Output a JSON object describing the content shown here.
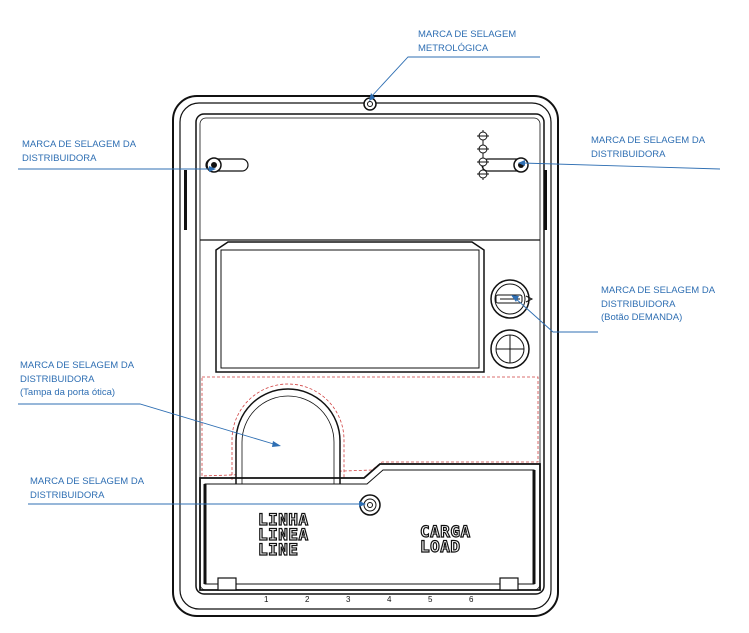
{
  "labels": {
    "metrologica": {
      "line1": "MARCA DE SELAGEM",
      "line2": "METROLÓGICA"
    },
    "left_top": {
      "line1": "MARCA  DE  SELAGEM  DA",
      "line2": "DISTRIBUIDORA"
    },
    "right_top": {
      "line1": "MARCA  DE  SELAGEM  DA",
      "line2": "DISTRIBUIDORA"
    },
    "demanda": {
      "line1": "MARCA  DE  SELAGEM  DA",
      "line2": "DISTRIBUIDORA",
      "line3": "(Botão DEMANDA)"
    },
    "porta_otica": {
      "line1": "MARCA  DE  SELAGEM  DA",
      "line2": "DISTRIBUIDORA",
      "line3": "(Tampa da porta ótica)"
    },
    "left_bottom": {
      "line1": "MARCA  DE  SELAGEM  DA",
      "line2": "DISTRIBUIDORA"
    }
  },
  "terminal_text": {
    "line": [
      "LINHA",
      "LINEA",
      "LINE"
    ],
    "load": [
      "CARGA",
      "LOAD"
    ]
  },
  "terminal_numbers": [
    "1",
    "2",
    "3",
    "4",
    "5",
    "6"
  ],
  "colors": {
    "leader": "#2f6fb3",
    "outline": "#111111",
    "optical_port_dash": "#d04040"
  }
}
